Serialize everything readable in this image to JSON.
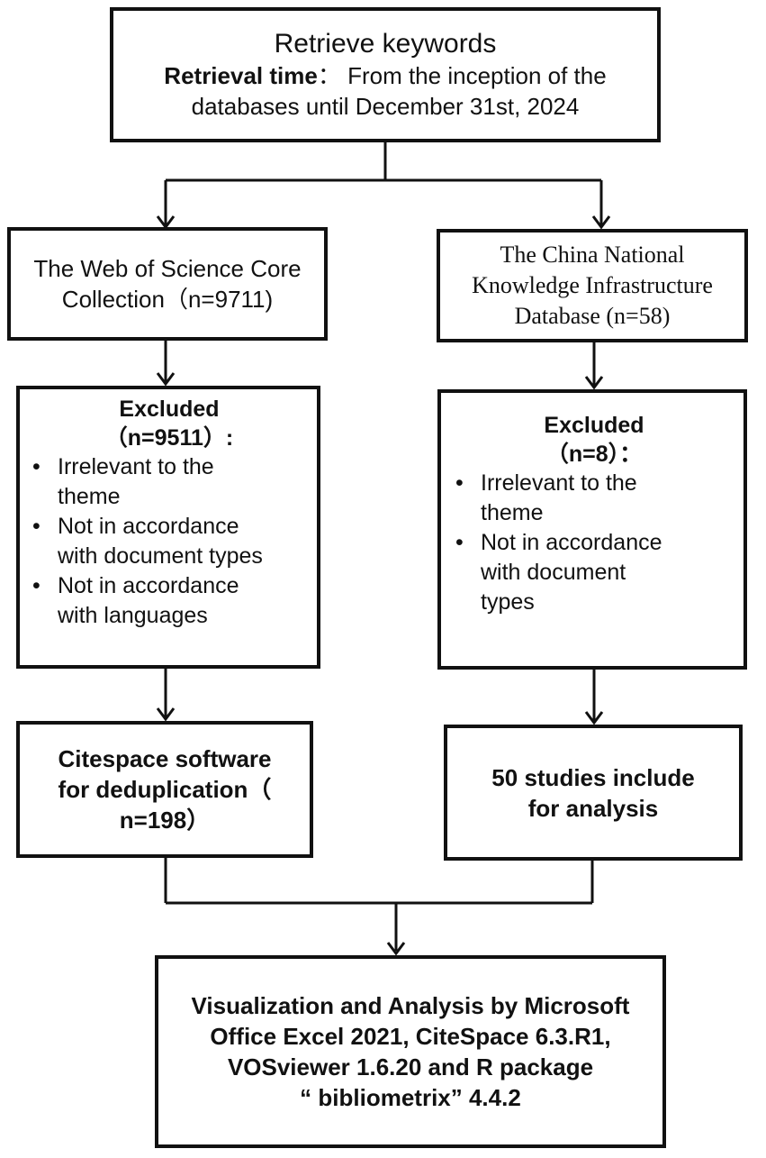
{
  "top": {
    "title": "Retrieve keywords",
    "time_label": "Retrieval time",
    "time_sep": "：",
    "time_line1": "From the inception of the",
    "time_line2": "databases until December 31st, 2024"
  },
  "left": {
    "source": {
      "line1": "The Web of Science Core",
      "line2": "Collection（n=9711)"
    },
    "excluded": {
      "heading": "Excluded",
      "count": "（n=9511）:",
      "bullet": "•",
      "items": [
        [
          "Irrelevant to the",
          "theme"
        ],
        [
          "Not in accordance",
          "with document types"
        ],
        [
          "Not in accordance",
          "with languages"
        ]
      ]
    },
    "dedup": {
      "line1": "Citespace software",
      "line2": "for deduplication（",
      "line3": "n=198）"
    }
  },
  "right": {
    "source": {
      "line1": "The China National",
      "line2": "Knowledge Infrastructure",
      "line3": "Database (n=58)"
    },
    "excluded": {
      "heading": "Excluded",
      "count": "（n=8）：",
      "bullet": "•",
      "items": [
        [
          "Irrelevant to the",
          "theme"
        ],
        [
          "Not in accordance",
          "with document",
          "types"
        ]
      ]
    },
    "included": {
      "line1": "50 studies include",
      "line2": "for analysis"
    }
  },
  "final": {
    "line1": "Visualization and Analysis by Microsoft",
    "line2": "Office Excel 2021, CiteSpace 6.3.R1,",
    "line3": "VOSviewer 1.6.20 and R package",
    "line4": "“ bibliometrix” 4.4.2"
  }
}
